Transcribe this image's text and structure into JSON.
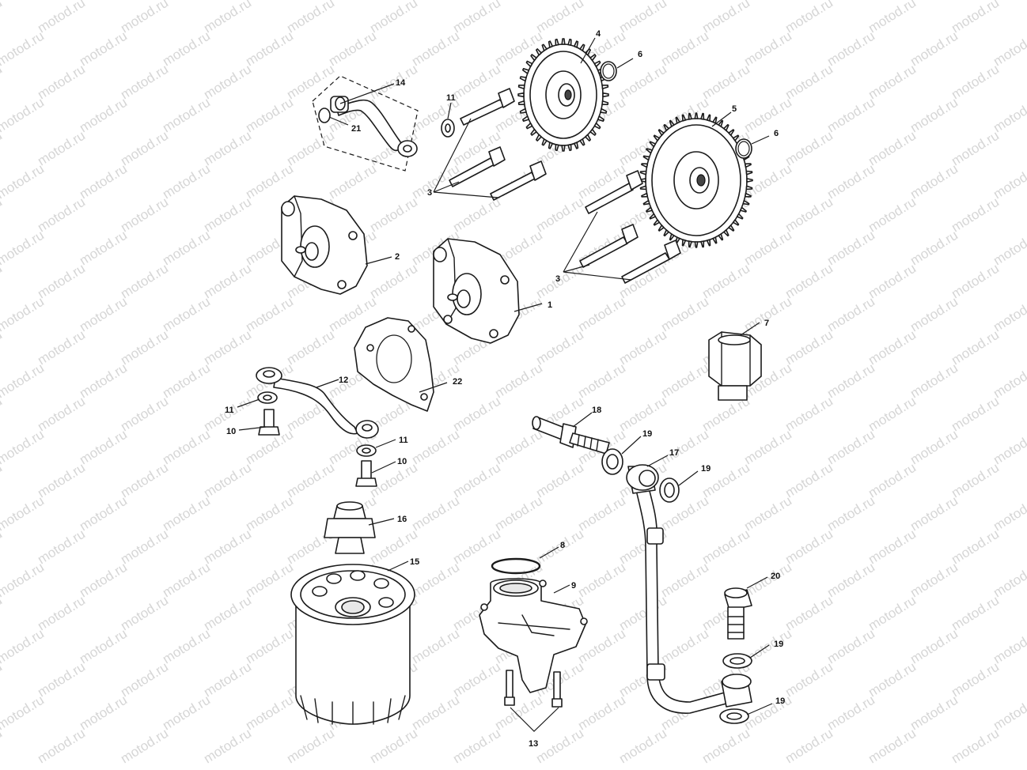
{
  "watermark": {
    "text": "motod.ru"
  },
  "colors": {
    "line": "#1b1b1b",
    "watermark": "#d6d6d6",
    "background": "#ffffff"
  },
  "callouts": [
    {
      "id": "c1",
      "label": "1"
    },
    {
      "id": "c2",
      "label": "2"
    },
    {
      "id": "c3a",
      "label": "3"
    },
    {
      "id": "c3b",
      "label": "3"
    },
    {
      "id": "c4",
      "label": "4"
    },
    {
      "id": "c5",
      "label": "5"
    },
    {
      "id": "c6a",
      "label": "6"
    },
    {
      "id": "c6b",
      "label": "6"
    },
    {
      "id": "c7",
      "label": "7"
    },
    {
      "id": "c8",
      "label": "8"
    },
    {
      "id": "c9",
      "label": "9"
    },
    {
      "id": "c10a",
      "label": "10"
    },
    {
      "id": "c10b",
      "label": "10"
    },
    {
      "id": "c11a",
      "label": "11"
    },
    {
      "id": "c11b",
      "label": "11"
    },
    {
      "id": "c11c",
      "label": "11"
    },
    {
      "id": "c12",
      "label": "12"
    },
    {
      "id": "c13",
      "label": "13"
    },
    {
      "id": "c14",
      "label": "14"
    },
    {
      "id": "c15",
      "label": "15"
    },
    {
      "id": "c16",
      "label": "16"
    },
    {
      "id": "c17",
      "label": "17"
    },
    {
      "id": "c18",
      "label": "18"
    },
    {
      "id": "c19a",
      "label": "19"
    },
    {
      "id": "c19b",
      "label": "19"
    },
    {
      "id": "c19c",
      "label": "19"
    },
    {
      "id": "c19d",
      "label": "19"
    },
    {
      "id": "c20",
      "label": "20"
    },
    {
      "id": "c21",
      "label": "21"
    },
    {
      "id": "c22",
      "label": "22"
    }
  ]
}
